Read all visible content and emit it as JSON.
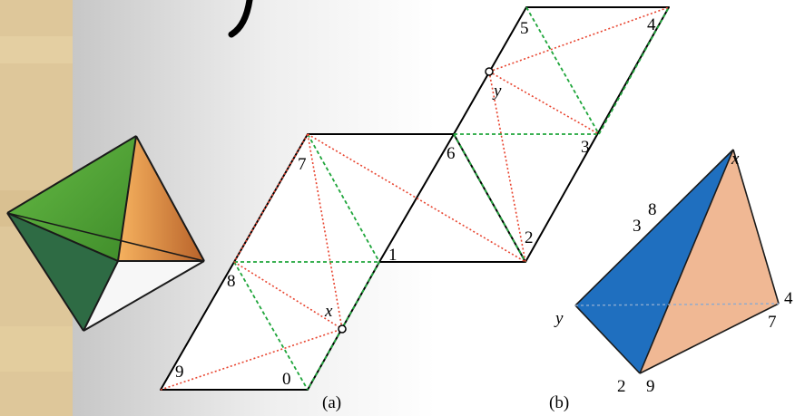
{
  "net_labels": {
    "v0": "0",
    "v1": "1",
    "v2": "2",
    "v3": "3",
    "v4": "4",
    "v5": "5",
    "v6": "6",
    "v7": "7",
    "v8": "8",
    "v9": "9",
    "x": "x",
    "y": "y"
  },
  "tet_labels": {
    "x": "x",
    "y": "y",
    "l3": "3",
    "l8": "8",
    "l4": "4",
    "l7": "7",
    "l2": "2",
    "l9": "9"
  },
  "captions": {
    "a": "(a)",
    "b": "(b)"
  },
  "colors": {
    "cut_lines": "#e8442f",
    "fold_lines": "#1ea53a",
    "tet_blue": "#1f6fbf",
    "tet_peach": "#f0b894",
    "octa_green": "#4d9a2e",
    "octa_dark_green": "#2f6b3e",
    "octa_orange": "#e08a3a"
  }
}
